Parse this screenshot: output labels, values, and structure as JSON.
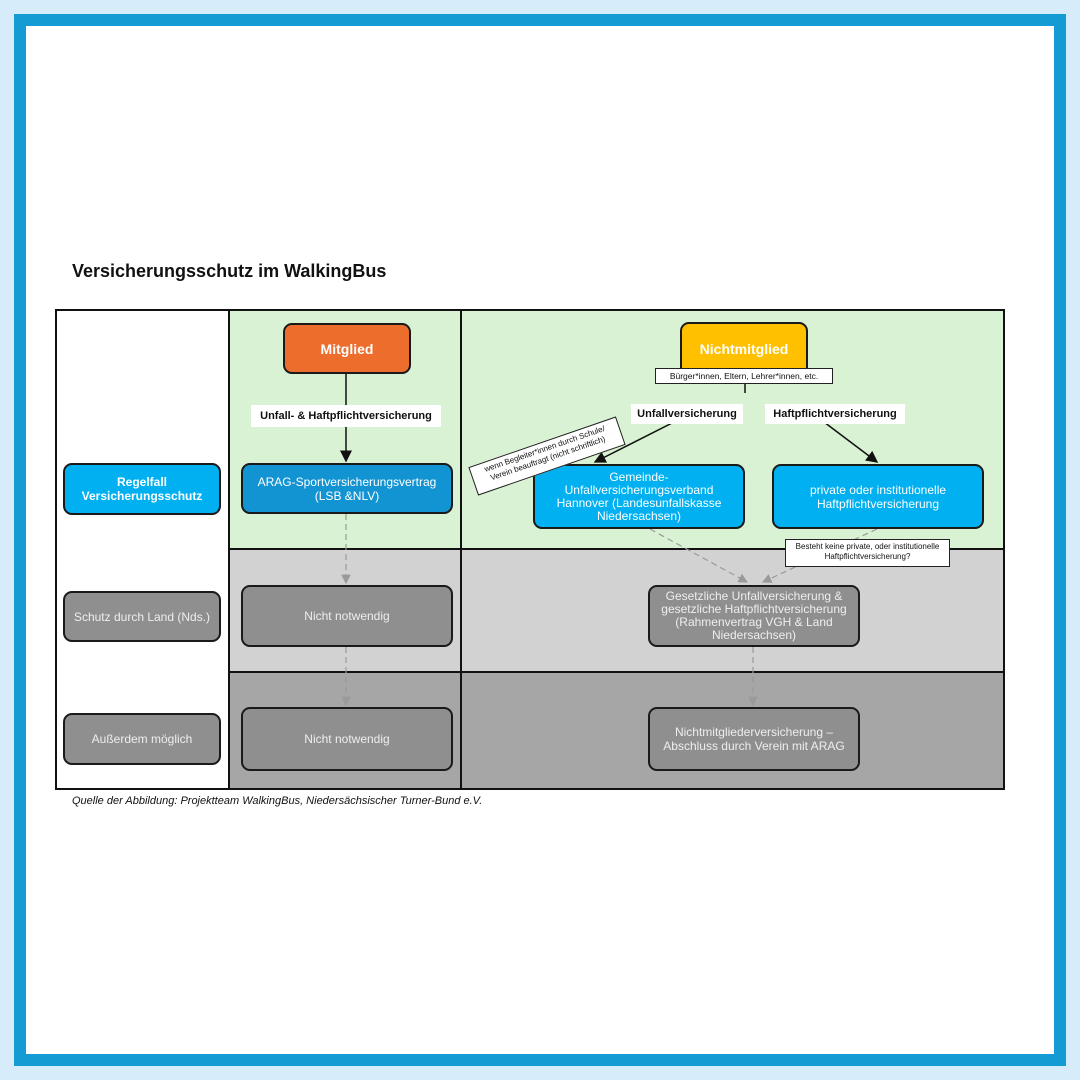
{
  "title": "Versicherungsschutz im WalkingBus",
  "caption": "Quelle der Abbildung: Projektteam WalkingBus, Niedersächsischer Turner-Bund e.V.",
  "rows": {
    "regelfall": "Regelfall Versicherungsschutz",
    "land": "Schutz durch Land (Nds.)",
    "ausserdem": "Außerdem möglich"
  },
  "mitglied": {
    "header": "Mitglied",
    "edge_label": "Unfall- & Haftpflichtversicherung",
    "regelfall": "ARAG-Sportversicherungsvertrag (LSB &NLV)",
    "land": "Nicht notwendig",
    "ausserdem": "Nicht notwendig"
  },
  "nichtmitglied": {
    "header": "Nichtmitglied",
    "sub_label": "Bürger*innen, Eltern, Lehrer*innen, etc.",
    "edge_left": "Unfallversicherung",
    "edge_right": "Haftpflichtversicherung",
    "box_left": "Gemeinde-Unfallversicherungsverband Hannover (Landesunfallskasse Niedersachsen)",
    "box_right": "private oder institutionelle Haftpflichtversicherung",
    "note_left": "wenn Begleiter*innen durch Schule/ Verein beauftragt (nicht schriftlich)",
    "note_right": "Besteht keine private, oder institutionelle Haftpflichtversicherung?",
    "land": "Gesetzliche Unfallversicherung & gesetzliche Haftpflichtversicherung (Rahmenvertrag VGH & Land Niedersachsen)",
    "ausserdem": "Nichtmitgliederversicherung – Abschluss durch Verein mit ARAG"
  },
  "colors": {
    "frame": "#149bd4",
    "green_zone": "#d9f2d3",
    "gray_mid": "#d2d2d2",
    "gray_dark": "#a6a6a6",
    "blue_box": "#00b0f0",
    "blue_dark_box": "#1394d2",
    "orange": "#ed6d2d",
    "yellow": "#ffc000",
    "gray_box": "#8f8f8f"
  }
}
